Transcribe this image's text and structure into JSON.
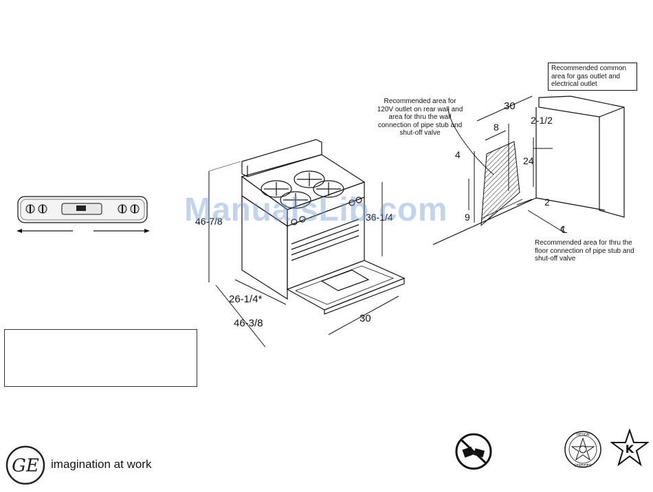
{
  "callouts": {
    "common_area": "Recommended common area for gas outlet and electrical outlet",
    "rear_wall_area": "Recommended area for 120V outlet on rear wall and area for thru the wall connection of pipe stub and shut-off valve",
    "floor_area": "Recommended area for thru the floor connection of pipe stub and shut-off valve"
  },
  "dimensions": {
    "height_total": "46-7/8",
    "cooktop_height": "36-1/4",
    "depth_door_closed": "26-1/4*",
    "depth_door_open": "46-3/8",
    "width_range": "30",
    "install_width": "30",
    "dim_8": "8",
    "dim_4": "4",
    "dim_2_1_2": "2-1/2",
    "dim_24": "24",
    "dim_2": "2",
    "dim_9": "9",
    "centerline": "℄"
  },
  "branding": {
    "tagline": "imagination at work",
    "logo_text": "GE",
    "certified_top": "DESIGN",
    "certified_bottom": "CERTIFIED",
    "kosher_mark": "K"
  },
  "watermark": "ManualsLib.com",
  "colors": {
    "ink": "#111111",
    "watermark": "#7f9fe0"
  }
}
